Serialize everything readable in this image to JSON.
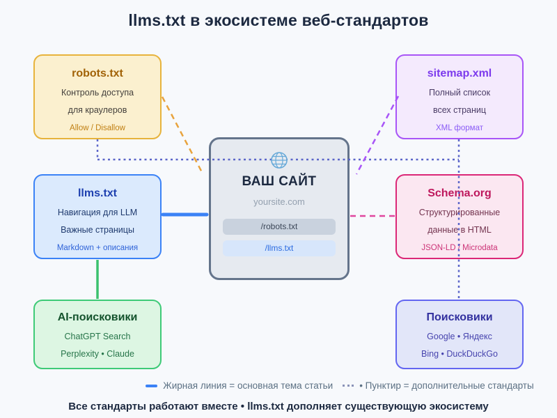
{
  "page": {
    "title": "llms.txt в экосистеме веб-стандартов",
    "footer": "Все стандарты работают вместе • llms.txt дополняет существующую экосистему"
  },
  "nodes": {
    "robots": {
      "title": "robots.txt",
      "line1": "Контроль доступа",
      "line2": "для краулеров",
      "note": "Allow / Disallow"
    },
    "sitemap": {
      "title": "sitemap.xml",
      "line1": "Полный список",
      "line2": "всех страниц",
      "note": "XML формат"
    },
    "llms": {
      "title": "llms.txt",
      "line1": "Навигация для LLM",
      "line2": "Важные страницы",
      "note": "Markdown + описания"
    },
    "schema": {
      "title": "Schema.org",
      "line1": "Структурированные",
      "line2": "данные в HTML",
      "note": "JSON-LD / Microdata"
    },
    "ai": {
      "title": "AI-поисковики",
      "line1": "ChatGPT Search",
      "line2": "Perplexity • Claude"
    },
    "search": {
      "title": "Поисковики",
      "line1": "Google • Яндекс",
      "line2": "Bing • DuckDuckGo"
    }
  },
  "site": {
    "icon": "globe-icon",
    "title": "ВАШ САЙТ",
    "domain": "yoursite.com",
    "file1": "/robots.txt",
    "file2": "/llms.txt"
  },
  "legend": {
    "solid_label": "Жирная линия = основная тема статьи",
    "dotted_label": "• Пунктир = дополнительные стандарты"
  },
  "colors": {
    "background": "#F7F9FC",
    "heading": "#1C2940",
    "connector_solid_blue": "#3B82F6",
    "connector_solid_green": "#3BC16E",
    "connector_dotted_indigo": "#5C66C9",
    "connector_dashed_orange": "#E8A33D",
    "connector_dashed_purple": "#A855F7",
    "connector_dashed_pink": "#E0479E",
    "robots_accent": "#A16207",
    "sitemap_accent": "#7C3AED",
    "llms_accent": "#1E40AF",
    "schema_accent": "#BE185D",
    "ai_accent": "#14532D",
    "search_accent": "#32309F"
  }
}
